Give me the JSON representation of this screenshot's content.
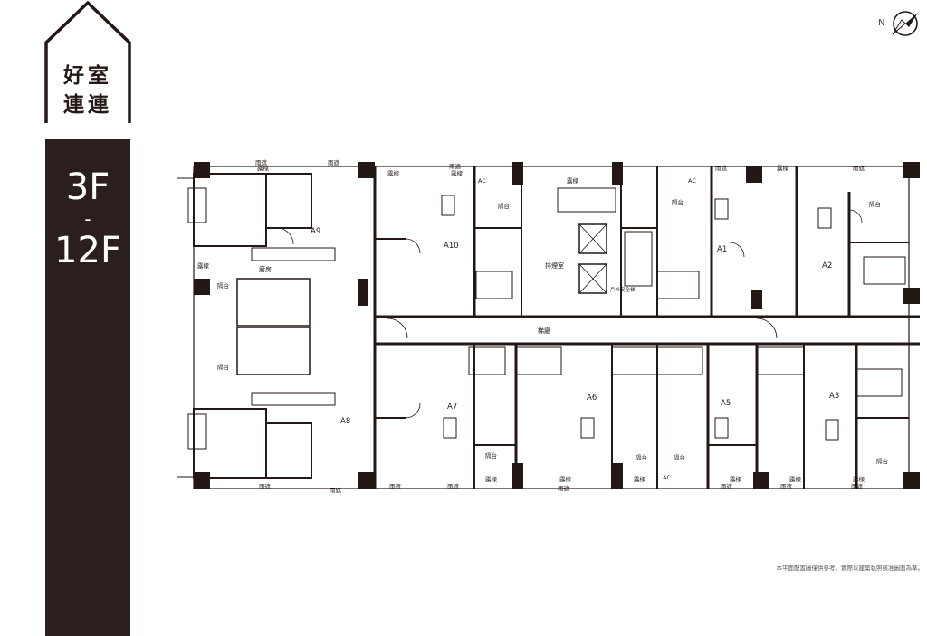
{
  "brand": {
    "line1": "好室",
    "line2": "連連"
  },
  "floor": {
    "from": "3F",
    "dash": "-",
    "to": "12F"
  },
  "compass": {
    "north": "N"
  },
  "plan": {
    "units": [
      "A1",
      "A2",
      "A3",
      "A5",
      "A6",
      "A7",
      "A8",
      "A9",
      "A10"
    ],
    "common": {
      "lobby": "梯廳",
      "smoke_room": "排煙室",
      "kitchen": "廚房",
      "stair": "戶外安全梯"
    },
    "labels": {
      "awning": "雨遮",
      "balcony": "露樑",
      "partition": "隔台",
      "ac": "AC"
    }
  },
  "disclaimer": "本平面配置圖僅供參考，實際以建築執照核准圖面為準。"
}
